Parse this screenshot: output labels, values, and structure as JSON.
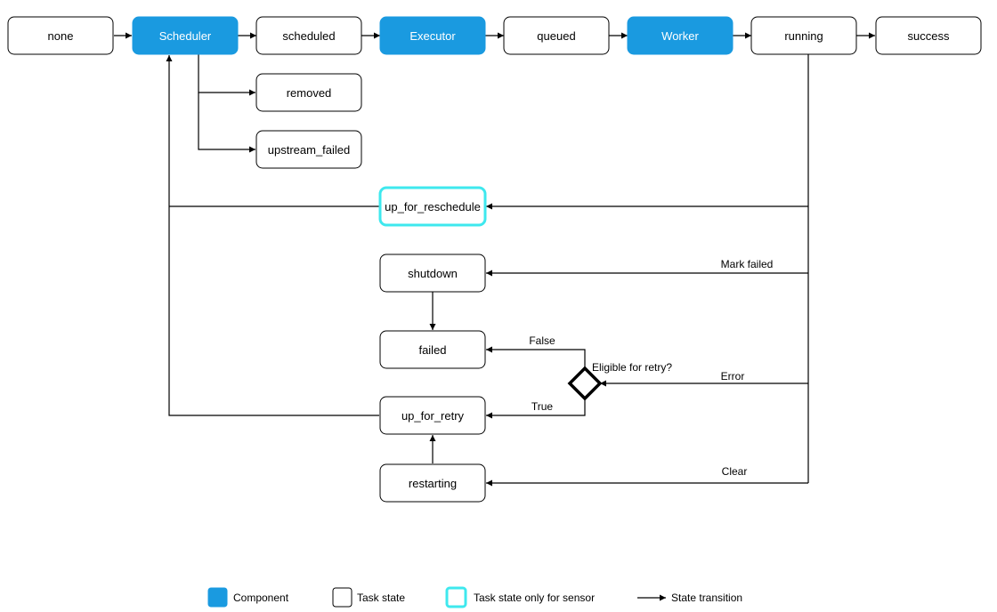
{
  "diagram": {
    "nodes": {
      "none": {
        "label": "none",
        "kind": "state"
      },
      "scheduler": {
        "label": "Scheduler",
        "kind": "component"
      },
      "scheduled": {
        "label": "scheduled",
        "kind": "state"
      },
      "executor": {
        "label": "Executor",
        "kind": "component"
      },
      "queued": {
        "label": "queued",
        "kind": "state"
      },
      "worker": {
        "label": "Worker",
        "kind": "component"
      },
      "running": {
        "label": "running",
        "kind": "state"
      },
      "success": {
        "label": "success",
        "kind": "state"
      },
      "removed": {
        "label": "removed",
        "kind": "state"
      },
      "upstream_failed": {
        "label": "upstream_failed",
        "kind": "state"
      },
      "up_for_reschedule": {
        "label": "up_for_reschedule",
        "kind": "sensor-state"
      },
      "shutdown": {
        "label": "shutdown",
        "kind": "state"
      },
      "failed": {
        "label": "failed",
        "kind": "state"
      },
      "up_for_retry": {
        "label": "up_for_retry",
        "kind": "state"
      },
      "restarting": {
        "label": "restarting",
        "kind": "state"
      }
    },
    "decision": {
      "label": "Eligible for retry?"
    },
    "edge_labels": {
      "mark_failed": "Mark failed",
      "error": "Error",
      "clear": "Clear",
      "false": "False",
      "true": "True"
    }
  },
  "legend": {
    "component": "Component",
    "task_state": "Task state",
    "sensor_state": "Task state only for sensor",
    "transition": "State transition"
  },
  "colors": {
    "component_fill": "#1a9ae0",
    "sensor_border": "#3ee8ee",
    "stroke": "#000000"
  }
}
